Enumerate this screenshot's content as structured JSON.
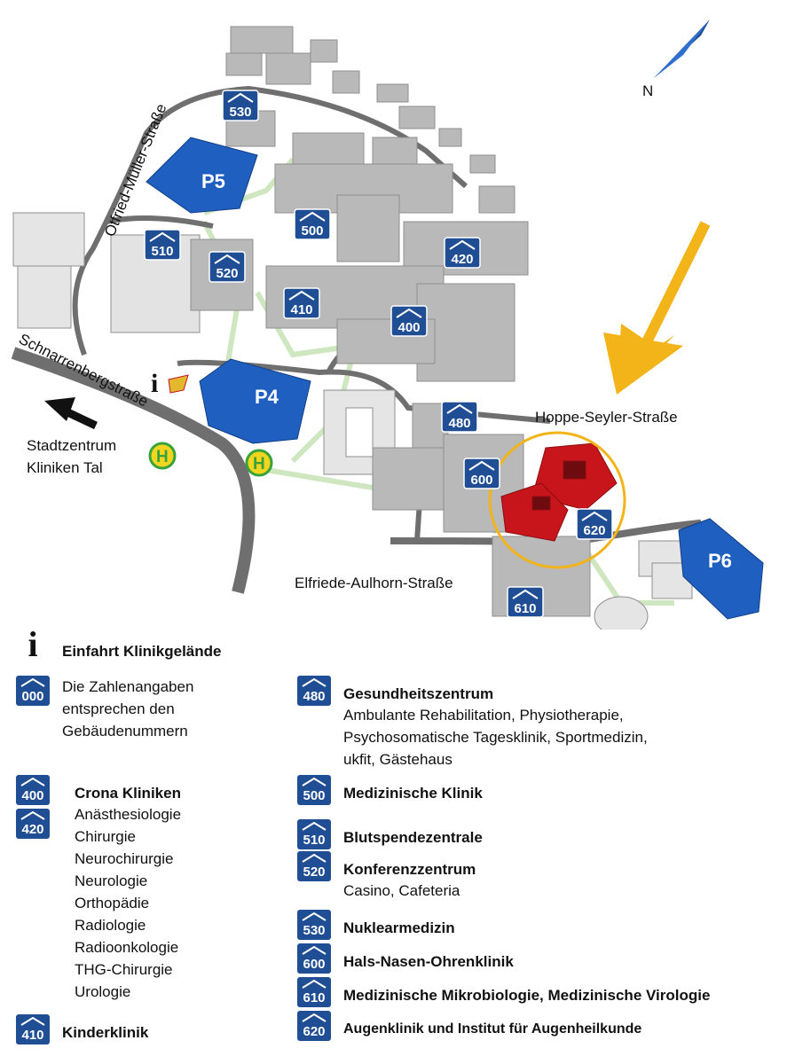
{
  "map": {
    "north_label": "N",
    "streets": {
      "otfried": "Otfried-Müller-Straße",
      "schnarrenberg": "Schnarrenbergstraße",
      "hoppe": "Hoppe-Seyler-Straße",
      "elfriede": "Elfriede-Aulhorn-Straße"
    },
    "destination": {
      "line1": "Stadtzentrum",
      "line2": "Kliniken Tal"
    },
    "bus_stop_label": "H",
    "info_label": "i",
    "parking": {
      "p4": "P4",
      "p5": "P5",
      "p6": "P6"
    },
    "building_badges": {
      "b530": "530",
      "b500": "500",
      "b510": "510",
      "b520": "520",
      "b420": "420",
      "b410": "410",
      "b400": "400",
      "b480": "480",
      "b600": "600",
      "b620": "620",
      "b610": "610"
    },
    "colors": {
      "accent_blue": "#1f4e94",
      "parking_blue": "#1f5fbf",
      "target_red": "#c8151b",
      "arrow_yellow": "#f2b418",
      "path_green": "#cfe7c0"
    }
  },
  "legend": {
    "info": {
      "icon": "info-icon",
      "title": "Einfahrt Klinikgelände"
    },
    "generic": {
      "number": "000",
      "lines": [
        "Die Zahlenangaben",
        "entsprechen den",
        "Gebäudenummern"
      ]
    },
    "left_entries": [
      {
        "numbers": [
          "400",
          "420"
        ],
        "title": "Crona Kliniken",
        "lines": [
          "Anästhesiologie",
          "Chirurgie",
          "Neurochirurgie",
          "Neurologie",
          "Orthopädie",
          "Radiologie",
          "Radioonkologie",
          "THG-Chirurgie",
          "Urologie"
        ]
      },
      {
        "numbers": [
          "410"
        ],
        "title": "Kinderklinik",
        "lines": []
      }
    ],
    "right_entries": [
      {
        "number": "480",
        "title": "Gesundheitszentrum",
        "lines": [
          "Ambulante Rehabilitation, Physiotherapie,",
          "Psychosomatische Tagesklinik, Sportmedizin,",
          "ukfit, Gästehaus"
        ]
      },
      {
        "number": "500",
        "title": "Medizinische Klinik",
        "lines": []
      },
      {
        "number": "510",
        "title": "Blutspendezentrale",
        "lines": []
      },
      {
        "number": "520",
        "title": "Konferenzzentrum",
        "lines": [
          "Casino, Cafeteria"
        ]
      },
      {
        "number": "530",
        "title": "Nuklearmedizin",
        "lines": []
      },
      {
        "number": "600",
        "title": "Hals-Nasen-Ohrenklinik",
        "lines": []
      },
      {
        "number": "610",
        "title": "Medizinische Mikrobiologie, Medizinische Virologie",
        "lines": []
      },
      {
        "number": "620",
        "title": "Augenklinik und Institut für Augenheilkunde",
        "lines": []
      }
    ]
  }
}
